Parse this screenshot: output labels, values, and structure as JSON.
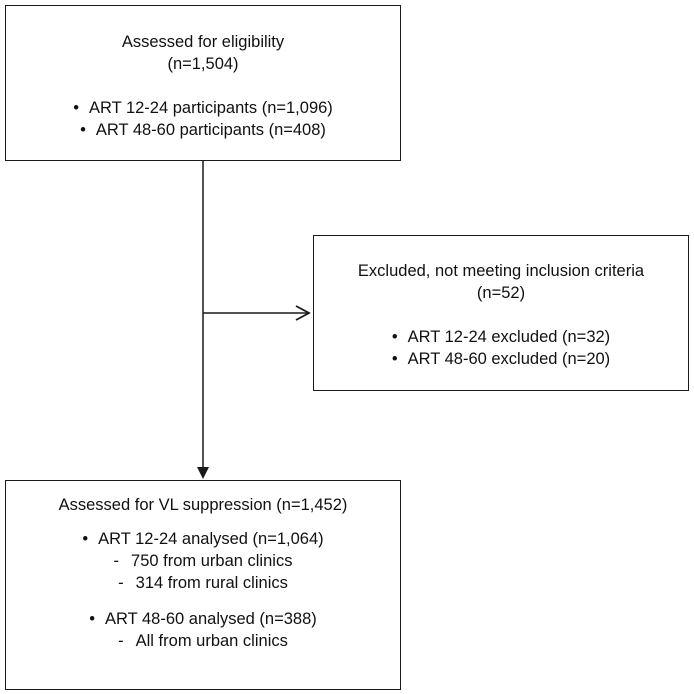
{
  "eligibility": {
    "title": "Assessed for eligibility",
    "count": "(n=1,504)",
    "bullets": [
      "ART 12-24 participants (n=1,096)",
      "ART 48-60 participants (n=408)"
    ]
  },
  "excluded": {
    "title": "Excluded, not meeting inclusion criteria",
    "count": "(n=52)",
    "bullets": [
      "ART 12-24 excluded (n=32)",
      "ART 48-60 excluded (n=20)"
    ]
  },
  "analysed": {
    "title": "Assessed for VL suppression (n=1,452)",
    "group1": {
      "label": "ART 12-24 analysed (n=1,064)",
      "details": [
        "750 from urban clinics",
        "314 from rural clinics"
      ]
    },
    "group2": {
      "label": "ART 48-60 analysed (n=388)",
      "details": [
        "All from urban clinics"
      ]
    }
  },
  "colors": {
    "line": "#1a1a1a",
    "text": "#111111",
    "background": "#ffffff"
  }
}
